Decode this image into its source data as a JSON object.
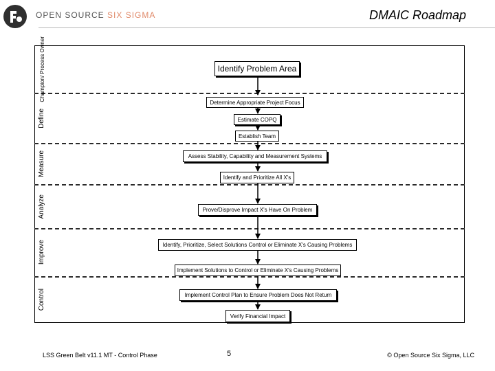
{
  "header": {
    "brand_main": "OPEN SOURCE ",
    "brand_accent": "SIX SIGMA",
    "title": "DMAIC Roadmap"
  },
  "lanes": [
    {
      "label": "Champion/ Process Owner"
    },
    {
      "label": "Define"
    },
    {
      "label": "Measure"
    },
    {
      "label": "Analyze"
    },
    {
      "label": "Improve"
    },
    {
      "label": "Control"
    }
  ],
  "steps": [
    "Identify Problem Area",
    "Determine Appropriate Project Focus",
    "Estimate COPQ",
    "Establish Team",
    "Assess Stability, Capability and Measurement Systems",
    "Identify and Prioritize All X's",
    "Prove/Disprove Impact X's Have On Problem",
    "Identify, Prioritize, Select Solutions Control or Eliminate X's Causing Problems",
    "Implement Solutions to Control or Eliminate X's Causing Problems",
    "Implement Control Plan to Ensure Problem Does Not Return",
    "Verify Financial Impact"
  ],
  "footer": {
    "left": "LSS Green Belt v11.1 MT - Control Phase",
    "page": "5",
    "right": "© Open Source Six Sigma, LLC"
  },
  "colors": {
    "accent": "#e08a6a",
    "frame": "#000000",
    "divider": "#2a2a2a"
  }
}
